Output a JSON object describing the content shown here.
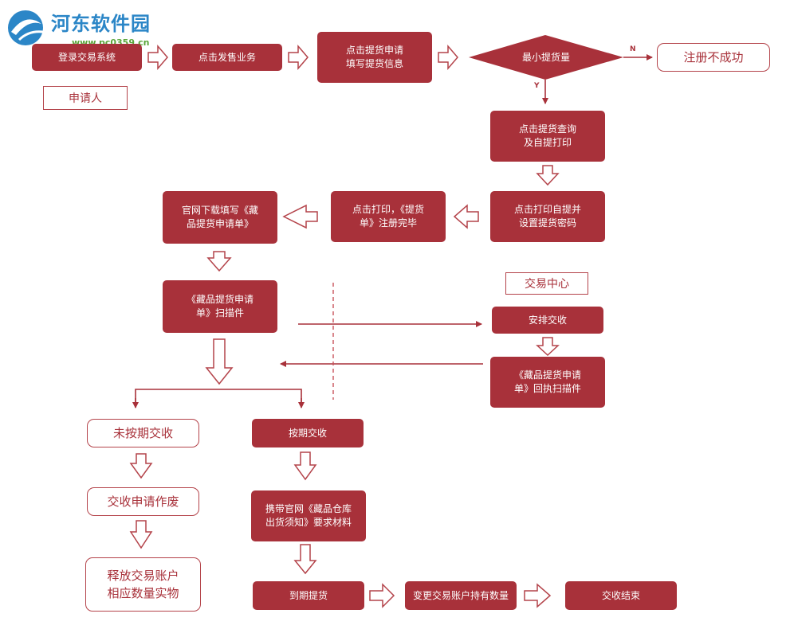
{
  "watermark": {
    "name": "河东软件园",
    "url": "www.pc0359.cn"
  },
  "colors": {
    "primary": "#a8313a",
    "outline": "#b4434a",
    "logo_blue": "#2b86c7",
    "logo_green": "#5aa63a"
  },
  "labels": {
    "applicant": "申请人",
    "exchange_center": "交易中心",
    "y": "Y",
    "n": "N"
  },
  "nodes": {
    "login": "登录交易系统",
    "sell": "点击发售业务",
    "apply": "点击提货申请\n填写提货信息",
    "min_qty": "最小提货量",
    "fail": "注册不成功",
    "query_print": "点击提货查询\n及自提打印",
    "set_password": "点击打印自提并\n设置提货密码",
    "print_done": "点击打印，《提货\n单》注册完毕",
    "download": "官网下载填写《藏\n品提货申请单》",
    "scan": "《藏品提货申请\n单》扫描件",
    "arrange": "安排交收",
    "receipt": "《藏品提货申请\n单》回执扫描件",
    "not_on_time": "未按期交收",
    "void": "交收申请作废",
    "release": "释放交易账户\n相应数量实物",
    "on_time": "按期交收",
    "carry": "携带官网《藏品仓库\n出货须知》要求材料",
    "due_pickup": "到期提货",
    "change_qty": "变更交易账户持有数量",
    "end": "交收结束"
  }
}
